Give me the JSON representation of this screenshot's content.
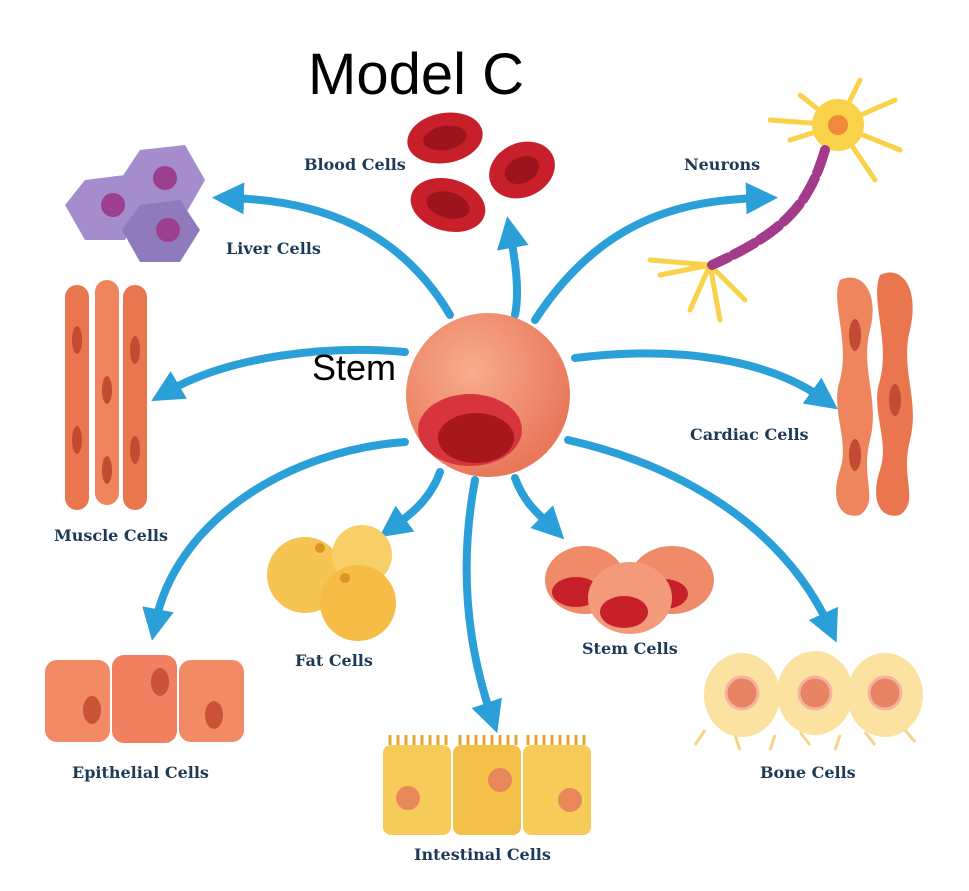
{
  "title": "Model C",
  "center_label": "Stem",
  "labels": {
    "blood": "Blood Cells",
    "neurons": "Neurons",
    "liver": "Liver Cells",
    "cardiac": "Cardiac Cells",
    "muscle": "Muscle Cells",
    "fat": "Fat Cells",
    "stem": "Stem Cells",
    "epithelial": "Epithelial Cells",
    "intestinal": "Intestinal Cells",
    "bone": "Bone Cells"
  },
  "colors": {
    "arrow": "#2b9fd8",
    "label": "#1d3a56",
    "stem_cell": "#f08b6a",
    "blood": "#c8202a",
    "liver": "#9a7fc3",
    "muscle": "#e9764f",
    "fat": "#f5c452",
    "epithelial": "#f28a66",
    "intestinal": "#f6cb5a",
    "bone": "#fbe2a0",
    "neuron_body": "#f9d24a",
    "neuron_axon": "#a33a8a"
  }
}
